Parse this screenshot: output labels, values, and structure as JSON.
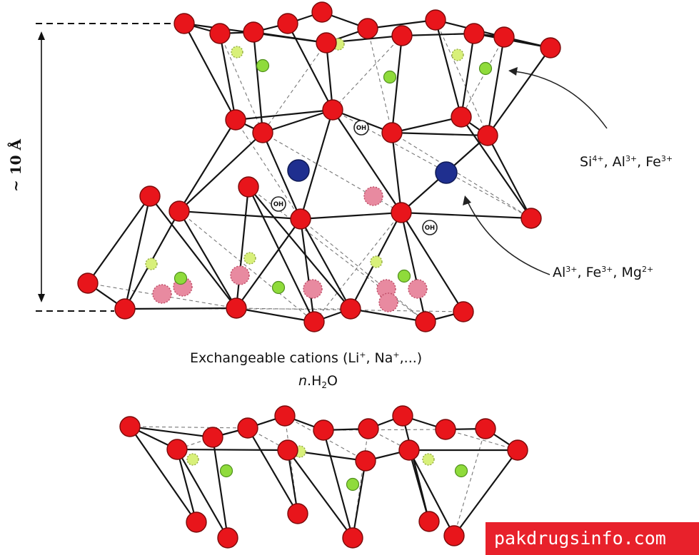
{
  "labels": {
    "layer_thickness": "~ 10 Å",
    "tetrahedral": {
      "ions": [
        "Si",
        "Al",
        "Fe"
      ],
      "charges": [
        "4+",
        "3+",
        "3+"
      ]
    },
    "octahedral": {
      "ions": [
        "Al",
        "Fe",
        "Mg"
      ],
      "charges": [
        "3+",
        "3+",
        "2+"
      ]
    },
    "interlayer": {
      "prefix": "Exchangeable cations (Li",
      "li_charge": "+",
      "middle": ", Na",
      "na_charge": "+",
      "suffix": ",...)",
      "water_n": "n",
      "water_dot": ".H",
      "water_sub": "2",
      "water_o": "O"
    },
    "hydroxyl": "OH"
  },
  "watermark": "pakdrugsinfo.com",
  "colors": {
    "oxygen": "#e8151b",
    "tetrahedral_cation": "#8fdb3b",
    "octahedral_cation": "#1f2f8f",
    "substituted_site": "#e88aa0",
    "bond": "#141414",
    "watermark_bg": "#e8212b"
  }
}
